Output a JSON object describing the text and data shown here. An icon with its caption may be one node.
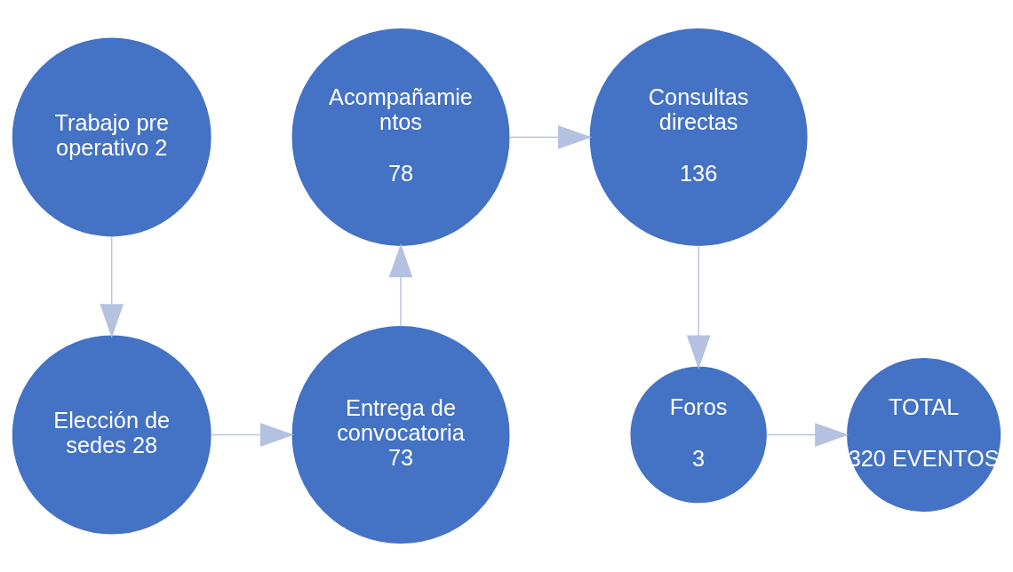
{
  "diagram": {
    "nodes": [
      {
        "text": [
          "Trabajo pre operativo 2"
        ]
      },
      {
        "text": [
          "Acompañamie ntos",
          "78"
        ]
      },
      {
        "text": [
          "Consultas directas",
          "136"
        ]
      },
      {
        "text": [
          "Elección de sedes 28"
        ]
      },
      {
        "text": [
          "Entrega de convocatoria 73"
        ]
      },
      {
        "text": [
          "Foros",
          "3"
        ]
      },
      {
        "text": [
          "TOTAL",
          "320 EVENTOS"
        ]
      }
    ],
    "edges": [
      {
        "from": 0,
        "to": 3,
        "arrow": "to"
      },
      {
        "from": 3,
        "to": 4,
        "arrow": "to"
      },
      {
        "from": 4,
        "to": 1,
        "arrow": "to"
      },
      {
        "from": 1,
        "to": 2,
        "arrow": "to"
      },
      {
        "from": 2,
        "to": 5,
        "arrow": "to"
      },
      {
        "from": 5,
        "to": 6,
        "arrow": "to"
      }
    ]
  }
}
